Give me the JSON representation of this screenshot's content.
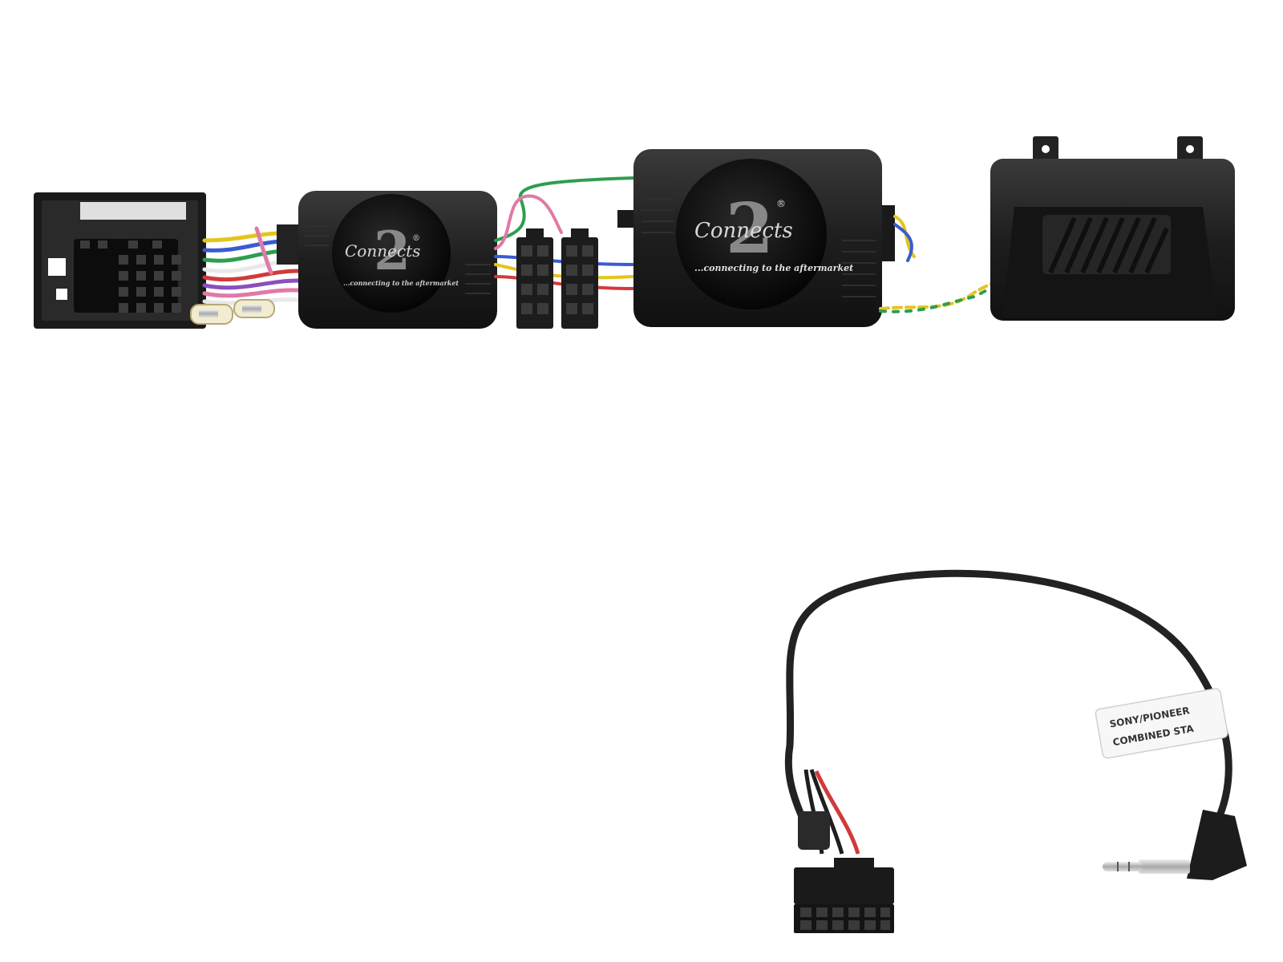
{
  "brand": {
    "logo_numeral": "2",
    "logo_word": "Connects",
    "registered_mark": "®",
    "tagline": "...connecting to the aftermarket"
  },
  "cable_label": {
    "line1": "SONY/PIONEER",
    "line2": "COMBINED STA"
  },
  "colors": {
    "background": "#ffffff",
    "housing": "#1c1c1c",
    "housing_highlight": "#3a3a3a",
    "cable": "#222222",
    "wire_green": "#2e9e4f",
    "wire_yellow": "#e3c51e",
    "wire_blue": "#3a5bd0",
    "wire_red": "#d23a3a",
    "wire_pink": "#e07aa8",
    "wire_purple": "#8a4fbf",
    "wire_white": "#e8e8e8",
    "jack_silver": "#c9c9c9"
  }
}
